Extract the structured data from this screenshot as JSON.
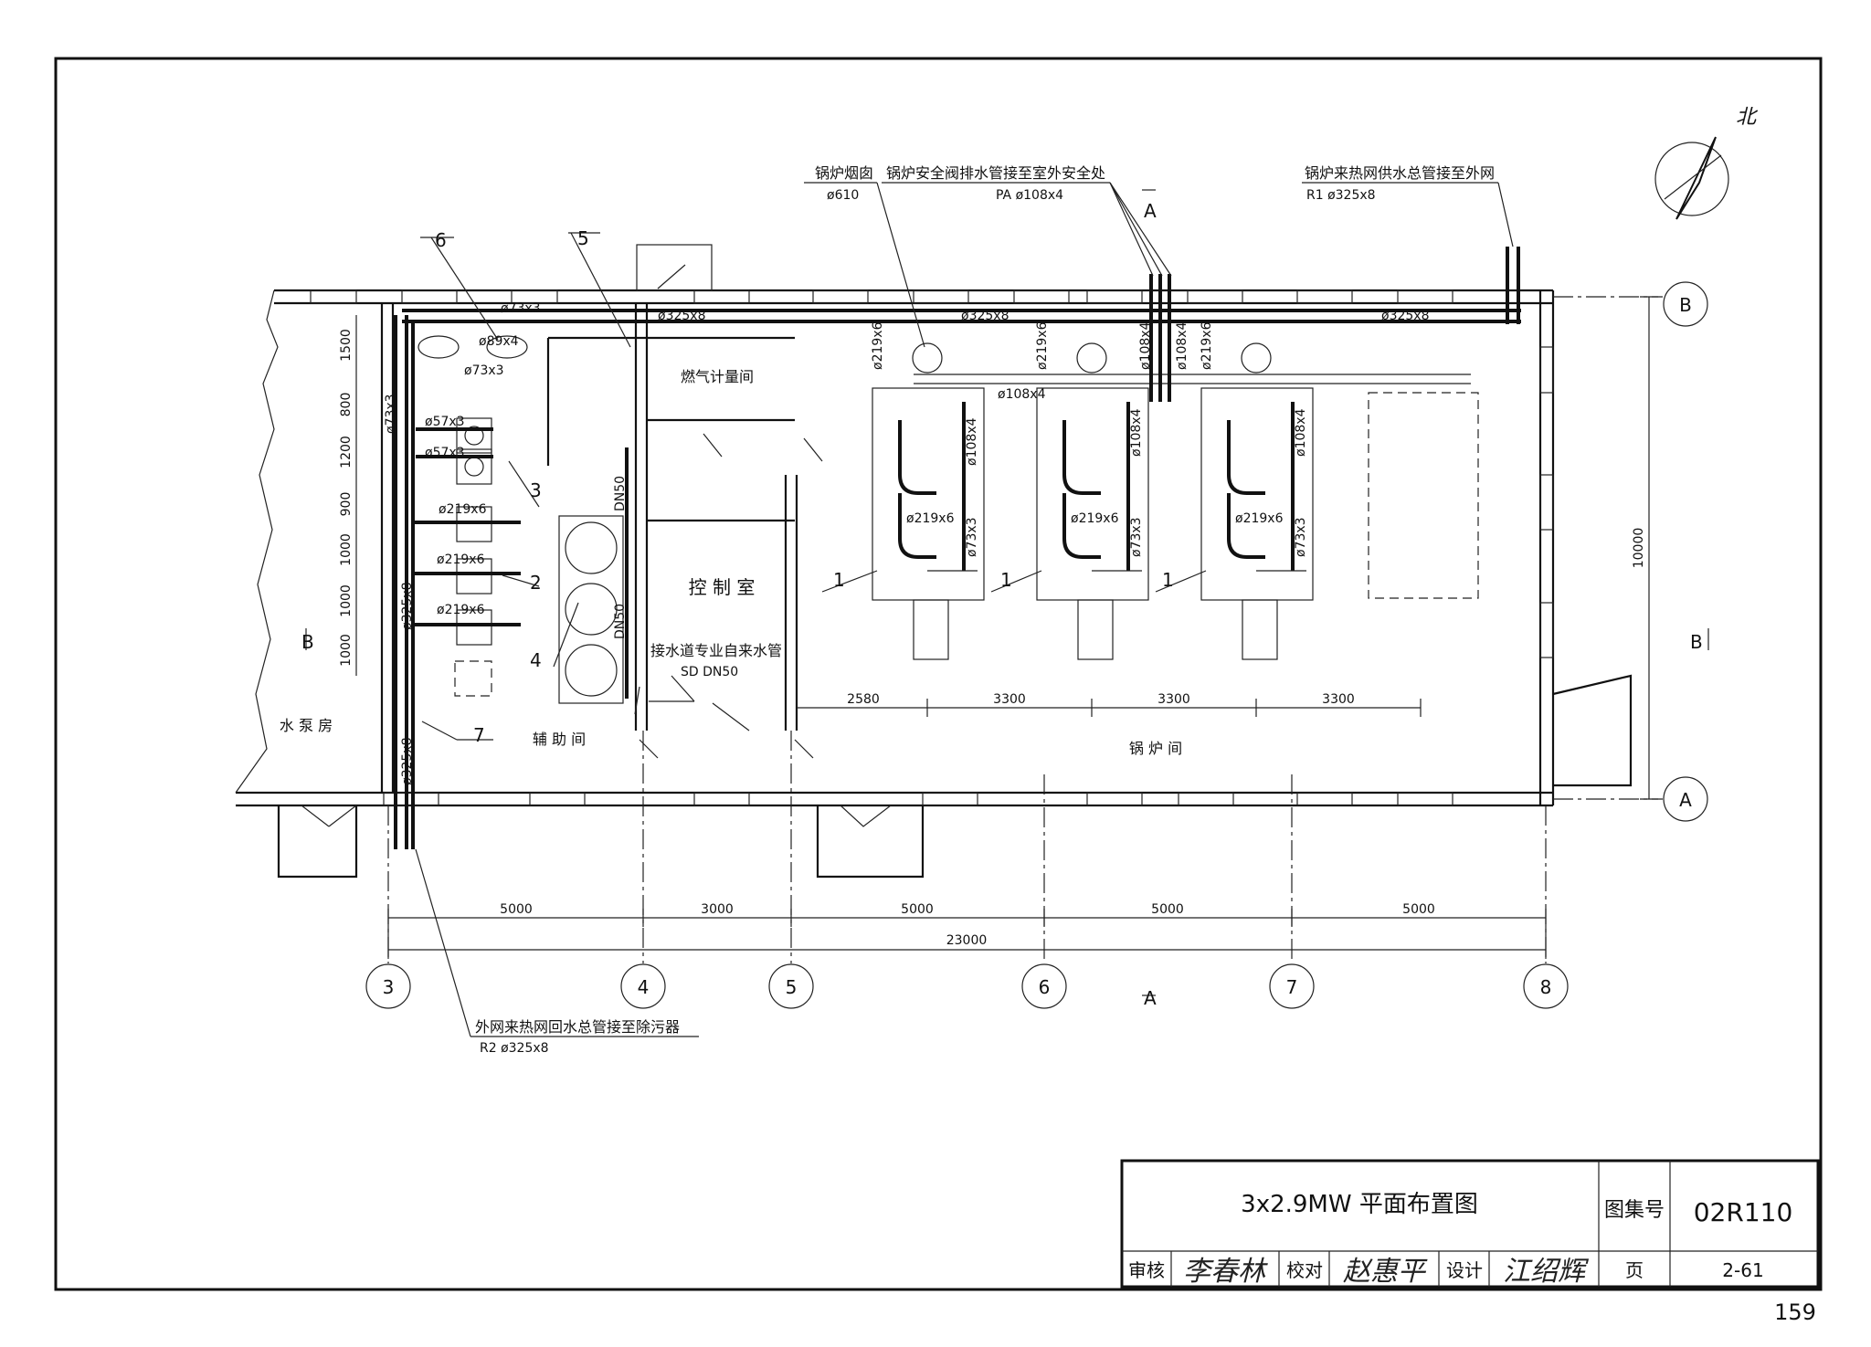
{
  "title_block": {
    "drawing_title": "3x2.9MW 平面布置图",
    "atlas_label": "图集号",
    "atlas_no": "02R110",
    "review_label": "审核",
    "check_label": "校对",
    "design_label": "设计",
    "page_label": "页",
    "page_no": "2-61",
    "reviewer_sig": "李春林",
    "checker_sig": "赵惠平",
    "designer_sig": "江绍辉"
  },
  "sheet_number": "159",
  "north_label": "北",
  "rooms": {
    "pump_room": "水 泵 房",
    "aux_room": "辅 助 间",
    "boiler_room": "锅 炉 间",
    "control_room": "控 制 室",
    "gas_meter_room": "燃气计量间"
  },
  "callouts": {
    "chimney": "锅炉烟囱",
    "chimney_size": "ø610",
    "safety_valve": "锅炉安全阀排水管接至室外安全处",
    "safety_valve_size": "PA ø108x4",
    "supply_out": "锅炉来热网供水总管接至外网",
    "supply_out_size": "R1 ø325x8",
    "return_in": "外网来热网回水总管接至除污器",
    "return_in_size": "R2 ø325x8",
    "water_supply": "接水道专业自来水管",
    "water_supply_size": "SD DN50"
  },
  "item_numbers": [
    "1",
    "2",
    "3",
    "4",
    "5",
    "6",
    "7"
  ],
  "section_marks": {
    "a_top": "A",
    "a_bottom": "A",
    "b_left": "B",
    "b_right": "B"
  },
  "axes": {
    "columns": [
      "3",
      "4",
      "5",
      "6",
      "7",
      "8"
    ],
    "rows": [
      "A",
      "B"
    ]
  },
  "dimensions": {
    "bottom": [
      "5000",
      "3000",
      "5000",
      "5000",
      "5000"
    ],
    "bottom_total": "23000",
    "boiler_spacing": [
      "2580",
      "3300",
      "3300",
      "3300"
    ],
    "right": "10000",
    "left_vertical": [
      "1500",
      "800",
      "1200",
      "900",
      "1000",
      "1000",
      "1000"
    ]
  },
  "pipe_labels": {
    "main": "ø325x8",
    "p73": "ø73x3",
    "p89": "ø89x4",
    "p57": "ø57x3",
    "p219": "ø219x6",
    "p108": "ø108x4",
    "p219v": "ø219x6",
    "dn50": "DN50"
  }
}
